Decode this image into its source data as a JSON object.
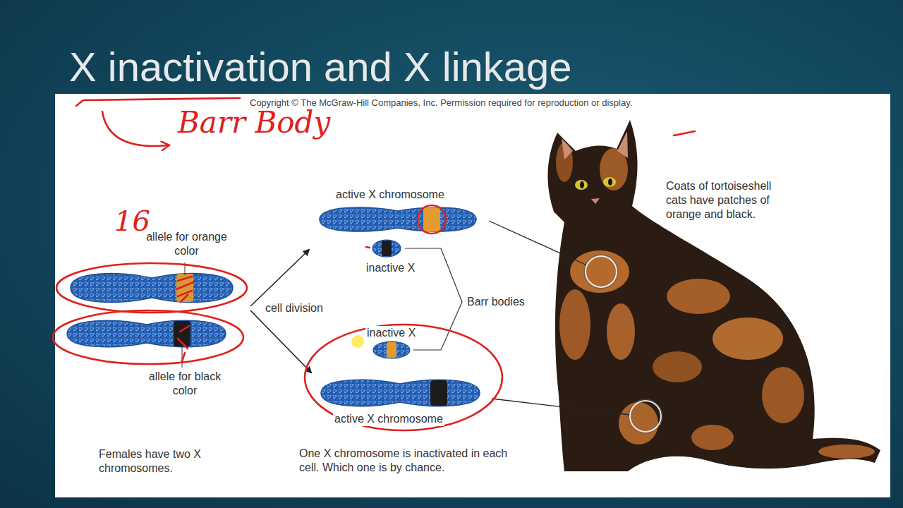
{
  "diagram": {
    "title": "X inactivation and X linkage",
    "labels": [
      "Copyright © The McGraw-Hill Companies, Inc. Permission required for reproduction or display.",
      "Barr Body",
      "16",
      "allele for orange color",
      "allele for black color",
      "cell division",
      "active X chromosome",
      "inactive X",
      "Barr bodies",
      "inactive X",
      "active X chromosome",
      "Females have two X chromosomes.",
      "One X chromosome is inactivated in each cell. Which one is by chance.",
      "Coats of tortoiseshell cats have patches of orange and black."
    ]
  }
}
